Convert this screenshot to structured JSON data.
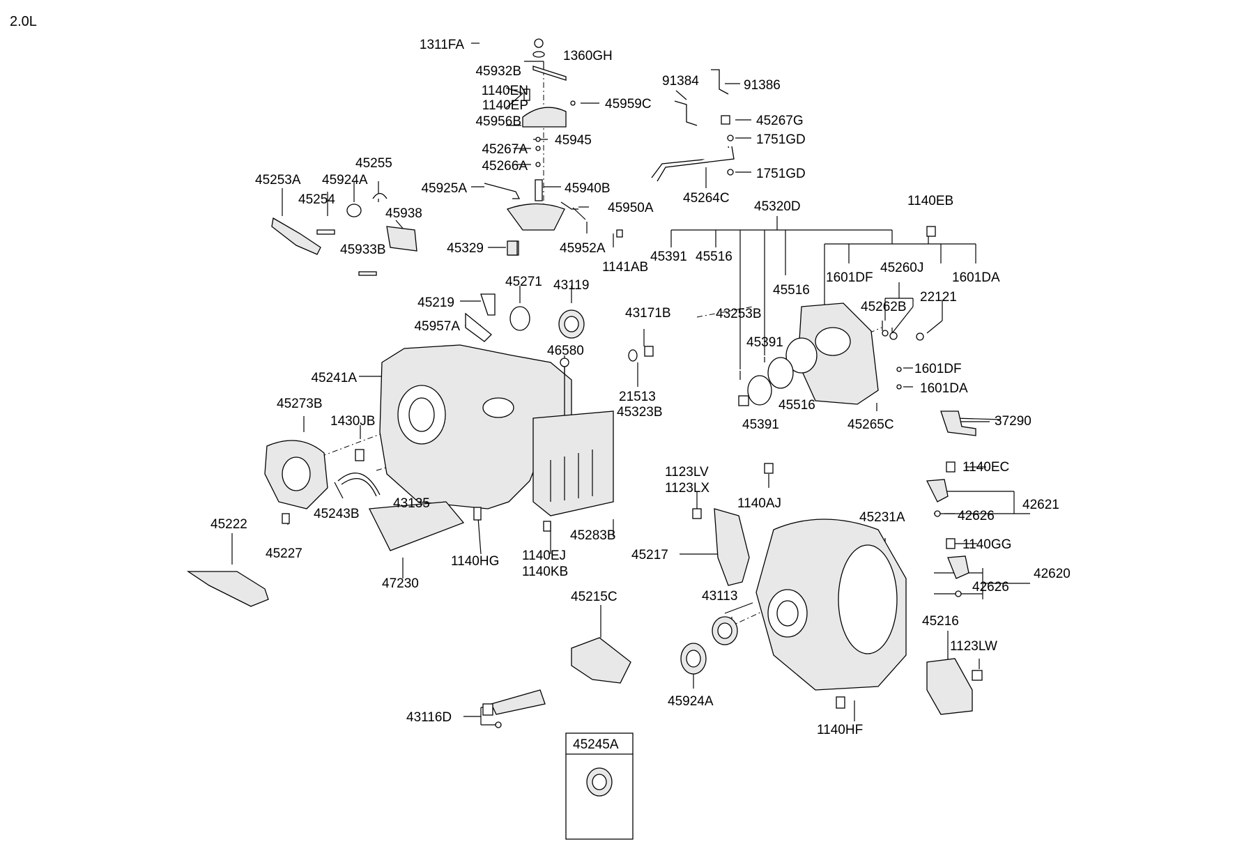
{
  "title": "2.0L",
  "inset_label": "45245A",
  "labels": [
    {
      "id": "1311FA",
      "text": "1311FA"
    },
    {
      "id": "1360GH",
      "text": "1360GH"
    },
    {
      "id": "45932B",
      "text": "45932B"
    },
    {
      "id": "1140EN",
      "text": "1140EN"
    },
    {
      "id": "1140EP",
      "text": "1140EP"
    },
    {
      "id": "45959C",
      "text": "45959C"
    },
    {
      "id": "45956B",
      "text": "45956B"
    },
    {
      "id": "45945",
      "text": "45945"
    },
    {
      "id": "45267A",
      "text": "45267A"
    },
    {
      "id": "45266A",
      "text": "45266A"
    },
    {
      "id": "45925A",
      "text": "45925A"
    },
    {
      "id": "45940B",
      "text": "45940B"
    },
    {
      "id": "45950A",
      "text": "45950A"
    },
    {
      "id": "45952A",
      "text": "45952A"
    },
    {
      "id": "1141AB",
      "text": "1141AB"
    },
    {
      "id": "45329",
      "text": "45329"
    },
    {
      "id": "91384",
      "text": "91384"
    },
    {
      "id": "91386",
      "text": "91386"
    },
    {
      "id": "45267G",
      "text": "45267G"
    },
    {
      "id": "1751GD_a",
      "text": "1751GD"
    },
    {
      "id": "1751GD_b",
      "text": "1751GD"
    },
    {
      "id": "45264C",
      "text": "45264C"
    },
    {
      "id": "45253A",
      "text": "45253A"
    },
    {
      "id": "45924A_top",
      "text": "45924A"
    },
    {
      "id": "45255",
      "text": "45255"
    },
    {
      "id": "45254",
      "text": "45254"
    },
    {
      "id": "45938",
      "text": "45938"
    },
    {
      "id": "45933B",
      "text": "45933B"
    },
    {
      "id": "45320D",
      "text": "45320D"
    },
    {
      "id": "1140EB",
      "text": "1140EB"
    },
    {
      "id": "45391_a",
      "text": "45391"
    },
    {
      "id": "45516_a",
      "text": "45516"
    },
    {
      "id": "1601DF_a",
      "text": "1601DF"
    },
    {
      "id": "45260J",
      "text": "45260J"
    },
    {
      "id": "1601DA_a",
      "text": "1601DA"
    },
    {
      "id": "45516_b",
      "text": "45516"
    },
    {
      "id": "45262B",
      "text": "45262B"
    },
    {
      "id": "22121",
      "text": "22121"
    },
    {
      "id": "45271",
      "text": "45271"
    },
    {
      "id": "43119",
      "text": "43119"
    },
    {
      "id": "45219",
      "text": "45219"
    },
    {
      "id": "43171B",
      "text": "43171B"
    },
    {
      "id": "43253B",
      "text": "43253B"
    },
    {
      "id": "45957A",
      "text": "45957A"
    },
    {
      "id": "45391_b",
      "text": "45391"
    },
    {
      "id": "46580",
      "text": "46580"
    },
    {
      "id": "1601DF_b",
      "text": "1601DF"
    },
    {
      "id": "1601DA_b",
      "text": "1601DA"
    },
    {
      "id": "45241A",
      "text": "45241A"
    },
    {
      "id": "21513",
      "text": "21513"
    },
    {
      "id": "45323B",
      "text": "45323B"
    },
    {
      "id": "45273B",
      "text": "45273B"
    },
    {
      "id": "45516_c",
      "text": "45516"
    },
    {
      "id": "45391_c",
      "text": "45391"
    },
    {
      "id": "45265C",
      "text": "45265C"
    },
    {
      "id": "1430JB",
      "text": "1430JB"
    },
    {
      "id": "37290",
      "text": "37290"
    },
    {
      "id": "1123LV",
      "text": "1123LV"
    },
    {
      "id": "1123LX",
      "text": "1123LX"
    },
    {
      "id": "1140EC",
      "text": "1140EC"
    },
    {
      "id": "43135",
      "text": "43135"
    },
    {
      "id": "1140AJ",
      "text": "1140AJ"
    },
    {
      "id": "42621",
      "text": "42621"
    },
    {
      "id": "45222",
      "text": "45222"
    },
    {
      "id": "45243B",
      "text": "45243B"
    },
    {
      "id": "45231A",
      "text": "45231A"
    },
    {
      "id": "42626_a",
      "text": "42626"
    },
    {
      "id": "45283B",
      "text": "45283B"
    },
    {
      "id": "1140GG",
      "text": "1140GG"
    },
    {
      "id": "45227",
      "text": "45227"
    },
    {
      "id": "1140EJ",
      "text": "1140EJ"
    },
    {
      "id": "45217",
      "text": "45217"
    },
    {
      "id": "1140HG",
      "text": "1140HG"
    },
    {
      "id": "1140KB",
      "text": "1140KB"
    },
    {
      "id": "42620",
      "text": "42620"
    },
    {
      "id": "42626_b",
      "text": "42626"
    },
    {
      "id": "47230",
      "text": "47230"
    },
    {
      "id": "45215C",
      "text": "45215C"
    },
    {
      "id": "43113",
      "text": "43113"
    },
    {
      "id": "45216",
      "text": "45216"
    },
    {
      "id": "1123LW",
      "text": "1123LW"
    },
    {
      "id": "45924A_bottom",
      "text": "45924A"
    },
    {
      "id": "43116D",
      "text": "43116D"
    },
    {
      "id": "1140HF",
      "text": "1140HF"
    }
  ]
}
